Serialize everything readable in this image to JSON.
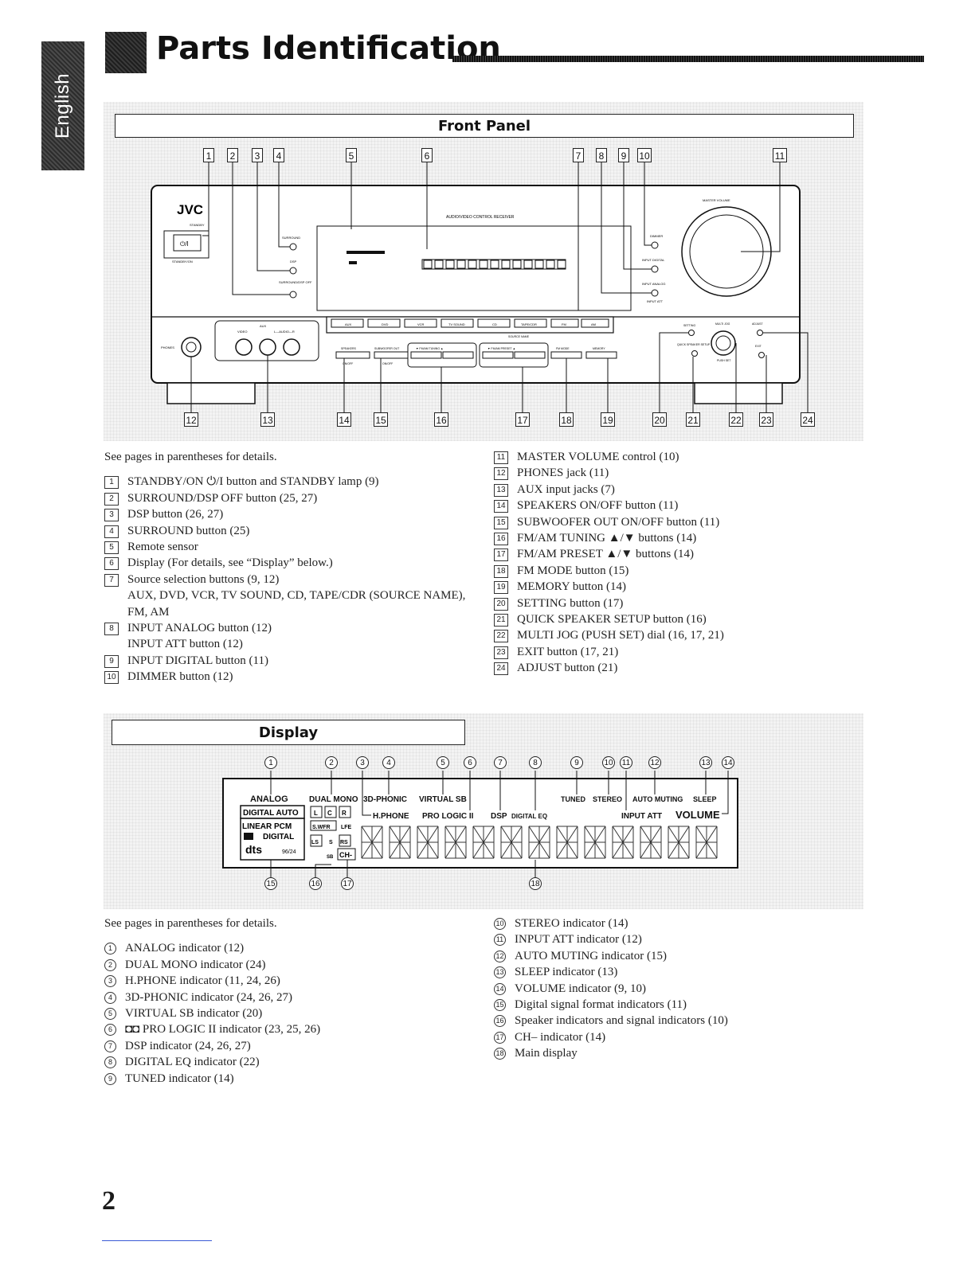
{
  "side_tab": "English",
  "title": "Parts Identification",
  "front_panel": {
    "header": "Front Panel",
    "brand": "JVC",
    "receiver_label": "AUDIO/VIDEO CONTROL RECEIVER",
    "source_buttons": [
      "AUX",
      "DVD",
      "VCR",
      "TV SOUND",
      "CD",
      "TAPE/CDR",
      "FM",
      "AM"
    ],
    "source_name_label": "SOURCE NAME",
    "labels": {
      "standby": "STANDBY",
      "standby_on": "STANDBY/ON",
      "power_symbol": "⏻/I",
      "surround": "SURROUND",
      "dsp": "DSP",
      "surround_dsp_off": "SURROUND/DSP OFF",
      "dimmer": "DIMMER",
      "input_digital": "INPUT DIGITAL",
      "input_analog": "INPUT ANALOG",
      "input_att": "INPUT ATT",
      "master_volume": "MASTER VOLUME",
      "phones": "PHONES",
      "aux": "AUX",
      "video": "VIDEO",
      "audio_lr": "L—AUDIO—R",
      "speakers": "SPEAKERS",
      "subwoofer_out": "SUBWOOFER OUT",
      "on_off": "ON/OFF",
      "fm_am_tuning": "▼ FM/AM TUNING ▲",
      "fm_am_preset": "▼ FM/AM PRESET ▲",
      "fm_mode": "FM MODE",
      "memory": "MEMORY",
      "setting": "SETTING",
      "multi_jog": "MULTI JOG",
      "adjust": "ADJUST",
      "quick_speaker_setup": "QUICK SPEAKER SETUP",
      "exit": "EXIT",
      "push_set": "PUSH SET"
    },
    "callouts_top": [
      "1",
      "2",
      "3",
      "4",
      "5",
      "6",
      "7",
      "8",
      "9",
      "10",
      "11"
    ],
    "callouts_bottom": [
      "12",
      "13",
      "14",
      "15",
      "16",
      "17",
      "18",
      "19",
      "20",
      "21",
      "22",
      "23",
      "24"
    ]
  },
  "front_notes": {
    "intro": "See pages in parentheses for details.",
    "left": [
      {
        "num": "1",
        "text": "STANDBY/ON ⏻/I button and STANDBY lamp (9)"
      },
      {
        "num": "2",
        "text": "SURROUND/DSP OFF button (25, 27)"
      },
      {
        "num": "3",
        "text": "DSP button (26, 27)"
      },
      {
        "num": "4",
        "text": "SURROUND button (25)"
      },
      {
        "num": "5",
        "text": "Remote sensor"
      },
      {
        "num": "6",
        "text": "Display (For details, see “Display” below.)"
      },
      {
        "num": "7",
        "text": "Source selection buttons (9, 12)\nAUX, DVD, VCR, TV SOUND, CD, TAPE/CDR (SOURCE NAME), FM, AM"
      },
      {
        "num": "8",
        "text": "INPUT ANALOG button (12)\nINPUT ATT button (12)"
      },
      {
        "num": "9",
        "text": "INPUT DIGITAL button (11)"
      },
      {
        "num": "10",
        "text": "DIMMER button (12)"
      }
    ],
    "right": [
      {
        "num": "11",
        "text": "MASTER VOLUME control (10)"
      },
      {
        "num": "12",
        "text": "PHONES jack (11)"
      },
      {
        "num": "13",
        "text": "AUX input jacks (7)"
      },
      {
        "num": "14",
        "text": "SPEAKERS ON/OFF button (11)"
      },
      {
        "num": "15",
        "text": "SUBWOOFER OUT ON/OFF button (11)"
      },
      {
        "num": "16",
        "text": "FM/AM TUNING ▲/▼ buttons (14)"
      },
      {
        "num": "17",
        "text": "FM/AM PRESET ▲/▼ buttons (14)"
      },
      {
        "num": "18",
        "text": "FM MODE button (15)"
      },
      {
        "num": "19",
        "text": "MEMORY button (14)"
      },
      {
        "num": "20",
        "text": "SETTING button (17)"
      },
      {
        "num": "21",
        "text": "QUICK SPEAKER SETUP button (16)"
      },
      {
        "num": "22",
        "text": "MULTI JOG (PUSH SET) dial (16, 17, 21)"
      },
      {
        "num": "23",
        "text": "EXIT button (17, 21)"
      },
      {
        "num": "24",
        "text": "ADJUST button (21)"
      }
    ]
  },
  "display_panel": {
    "header": "Display",
    "indicators": {
      "analog": "ANALOG",
      "dual_mono": "DUAL MONO",
      "three_d_phonic": "3D-PHONIC",
      "virtual_sb": "VIRTUAL SB",
      "tuned": "TUNED",
      "stereo": "STEREO",
      "auto_muting": "AUTO MUTING",
      "sleep": "SLEEP",
      "digital_auto": "DIGITAL AUTO",
      "linear_pcm": "LINEAR PCM",
      "dolby_digital": "DIGITAL",
      "dts": "dts",
      "dts_96": "96/24",
      "h_phone": "H.PHONE",
      "pro_logic": "PRO LOGIC II",
      "dsp": "DSP",
      "digital_eq": "DIGITAL EQ",
      "input_att": "INPUT ATT",
      "volume": "VOLUME",
      "speaker_l": "L",
      "speaker_c": "C",
      "speaker_r": "R",
      "speaker_swfr": "S.WFR",
      "speaker_lfe": "LFE",
      "speaker_ls": "LS",
      "speaker_s": "S",
      "speaker_rs": "RS",
      "speaker_sb": "SB",
      "ch_minus": "CH-"
    },
    "callouts_top": [
      "1",
      "2",
      "3",
      "4",
      "5",
      "6",
      "7",
      "8",
      "9",
      "10",
      "11",
      "12",
      "13",
      "14"
    ],
    "callouts_bottom": [
      "15",
      "16",
      "17",
      "18"
    ]
  },
  "display_notes": {
    "intro": "See pages in parentheses for details.",
    "left": [
      {
        "num": "1",
        "text": "ANALOG indicator (12)"
      },
      {
        "num": "2",
        "text": "DUAL MONO indicator (24)"
      },
      {
        "num": "3",
        "text": "H.PHONE indicator (11, 24, 26)"
      },
      {
        "num": "4",
        "text": "3D-PHONIC indicator (24, 26, 27)"
      },
      {
        "num": "5",
        "text": "VIRTUAL SB indicator (20)"
      },
      {
        "num": "6",
        "text": "◘◘ PRO LOGIC II indicator (23, 25, 26)"
      },
      {
        "num": "7",
        "text": "DSP indicator (24, 26, 27)"
      },
      {
        "num": "8",
        "text": "DIGITAL EQ indicator (22)"
      },
      {
        "num": "9",
        "text": "TUNED indicator (14)"
      }
    ],
    "right": [
      {
        "num": "10",
        "text": "STEREO indicator (14)"
      },
      {
        "num": "11",
        "text": "INPUT ATT indicator (12)"
      },
      {
        "num": "12",
        "text": "AUTO MUTING indicator (15)"
      },
      {
        "num": "13",
        "text": "SLEEP indicator (13)"
      },
      {
        "num": "14",
        "text": "VOLUME indicator (9, 10)"
      },
      {
        "num": "15",
        "text": "Digital signal format indicators (11)"
      },
      {
        "num": "16",
        "text": "Speaker indicators and signal indicators (10)"
      },
      {
        "num": "17",
        "text": "CH– indicator (14)"
      },
      {
        "num": "18",
        "text": "Main display"
      }
    ]
  },
  "page_number": "2"
}
